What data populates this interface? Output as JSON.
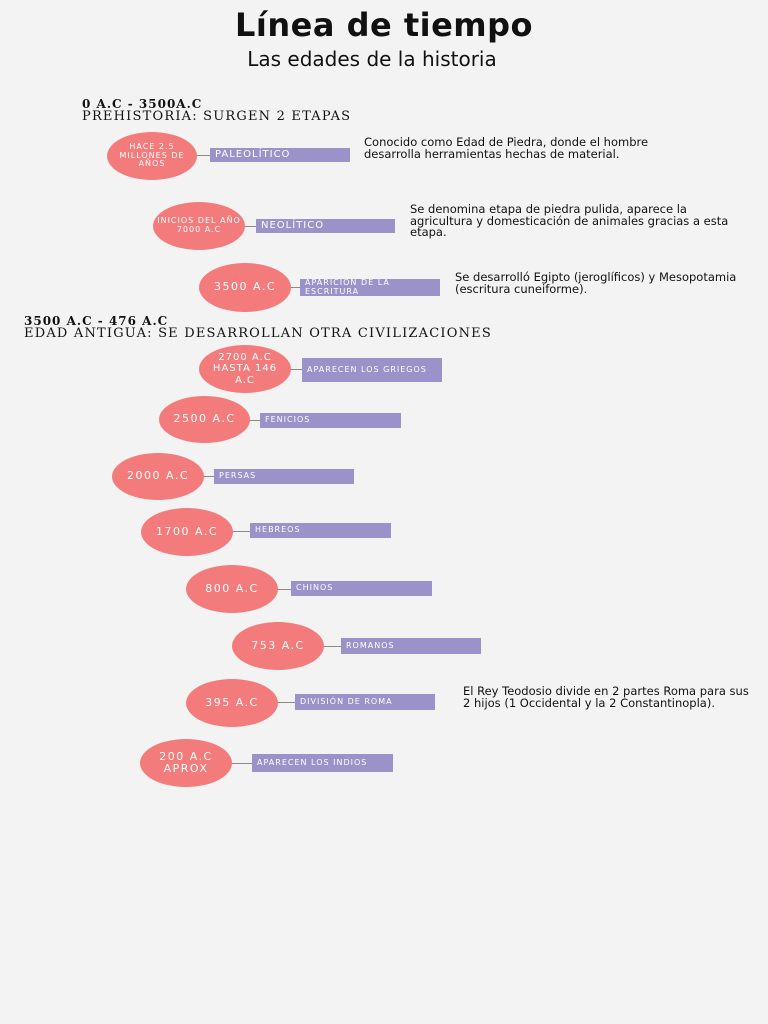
{
  "header": {
    "title": "Línea de tiempo",
    "subtitle": "Las edades de la historia"
  },
  "periods": [
    {
      "range": "0 A.C - 3500A.C",
      "heading": "PREHISTORIA: SURGEN 2 ETAPAS"
    },
    {
      "range": "3500 A.C - 476 A.C",
      "heading": "EDAD ANTIGUA: SE DESARROLLAN OTRA CIVILIZACIONES"
    }
  ],
  "events": [
    {
      "date": "HACE 2.5 MILLONES DE AÑOS",
      "label": "PALEOLÍTICO",
      "description": "Conocido como Edad de Piedra, donde el hombre desarrolla herramientas hechas de material."
    },
    {
      "date": "INICIOS DEL AÑO 7000 A.C",
      "label": "NEOLÍTICO",
      "description": "Se denomina etapa de piedra pulida, aparece la agricultura y domesticación de animales gracias a esta etapa."
    },
    {
      "date": "3500 A.C",
      "label": "APARICION DE LA ESCRITURA",
      "description": "Se desarrolló Egipto (jeroglíficos) y Mesopotamia (escritura cuneiforme)."
    },
    {
      "date": "2700 A.C HASTA 146 A.C",
      "label": "APARECEN LOS GRIEGOS"
    },
    {
      "date": "2500 A.C",
      "label": "FENICIOS"
    },
    {
      "date": "2000 A.C",
      "label": "PERSAS"
    },
    {
      "date": "1700 A.C",
      "label": "HEBREOS"
    },
    {
      "date": "800 A.C",
      "label": "CHINOS"
    },
    {
      "date": "753 A.C",
      "label": "ROMANOS"
    },
    {
      "date": "395 A.C",
      "label": "DIVISIÓN DE ROMA",
      "description": "El Rey Teodosio divide en 2 partes Roma para sus 2 hijos (1 Occidental y la 2 Constantinopla)."
    },
    {
      "date": "200 A.C APROX",
      "label": "APARECEN LOS INDIOS"
    }
  ],
  "colors": {
    "circle": "#f47b7b",
    "label_bar": "#9b92c9",
    "background": "#f3f3f3"
  }
}
